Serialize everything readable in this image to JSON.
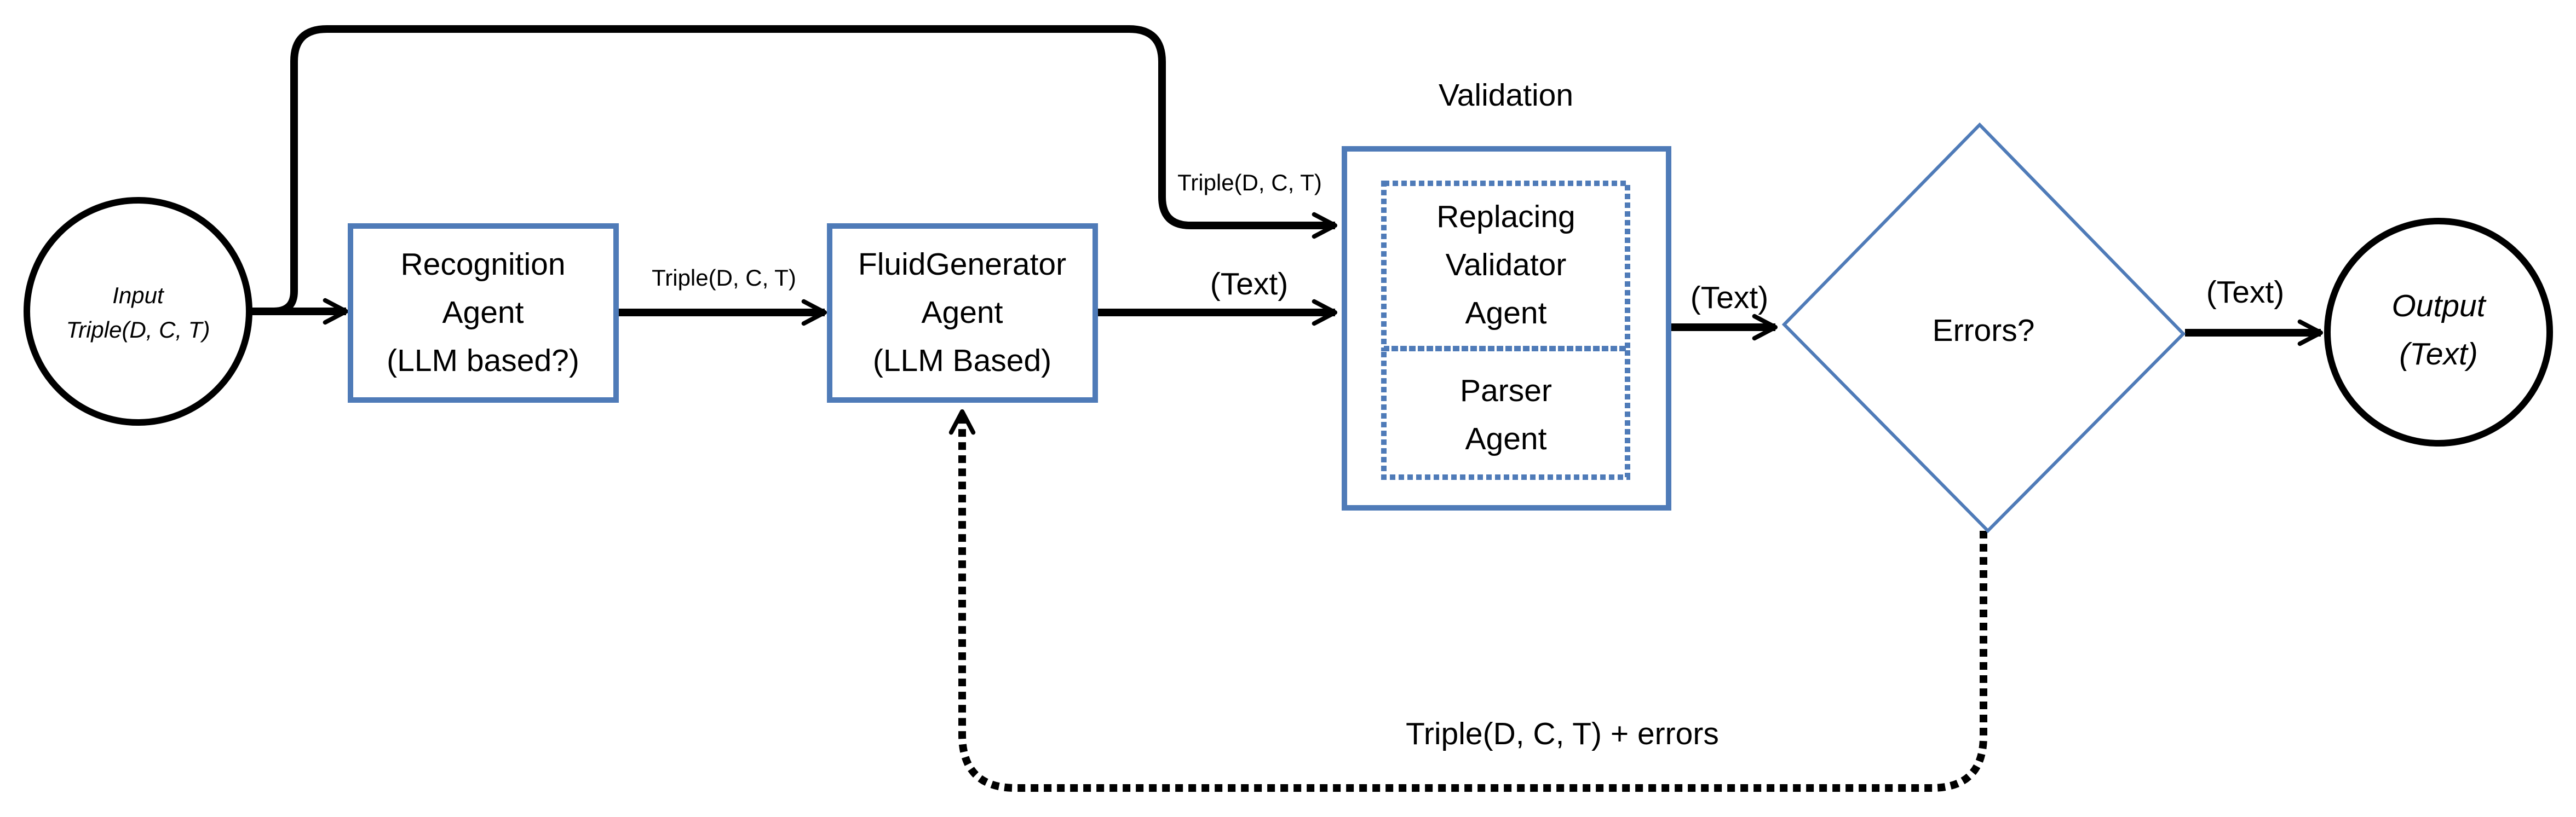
{
  "input_node": {
    "line1": "Input",
    "line2": "Triple(D, C, T)"
  },
  "recognition_agent": {
    "line1": "Recognition",
    "line2": "Agent",
    "line3": "(LLM based?)"
  },
  "fluid_generator_agent": {
    "line1": "FluidGenerator",
    "line2": "Agent",
    "line3": "(LLM Based)"
  },
  "validation": {
    "title": "Validation",
    "replacing_validator": {
      "line1": "Replacing",
      "line2": "Validator",
      "line3": "Agent"
    },
    "parser": {
      "line1": "Parser",
      "line2": "Agent"
    }
  },
  "decision": {
    "label": "Errors?"
  },
  "output_node": {
    "line1": "Output",
    "line2": "(Text)"
  },
  "edges": {
    "recognition_to_generator": "Triple(D, C, T)",
    "input_to_validation": "Triple(D, C, T)",
    "generator_to_validation": "(Text)",
    "validation_to_decision": "(Text)",
    "decision_to_output": "(Text)",
    "feedback": "Triple(D, C, T) + errors"
  },
  "colors": {
    "box_stroke": "#4f7bb8",
    "line": "#000000"
  }
}
